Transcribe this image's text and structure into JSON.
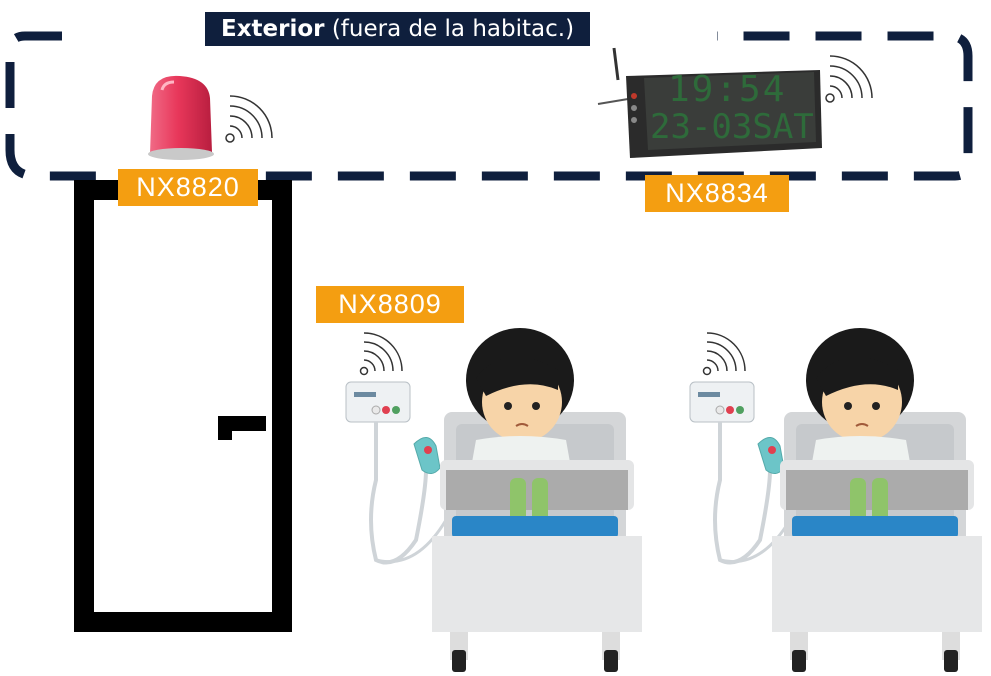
{
  "zone": {
    "label_bold": "Exterior",
    "label_rest": " (fuera de la habitac.)"
  },
  "devices": {
    "lamp": {
      "model": "NX8820"
    },
    "display": {
      "model": "NX8834",
      "time": "19:54",
      "date": "23-03SAT"
    },
    "call_unit": {
      "model": "NX8809"
    }
  },
  "colors": {
    "navy": "#0f1f3d",
    "tag_orange": "#f49e11",
    "lamp_red": "#e8375a",
    "display_green": "#2e6b3a"
  }
}
